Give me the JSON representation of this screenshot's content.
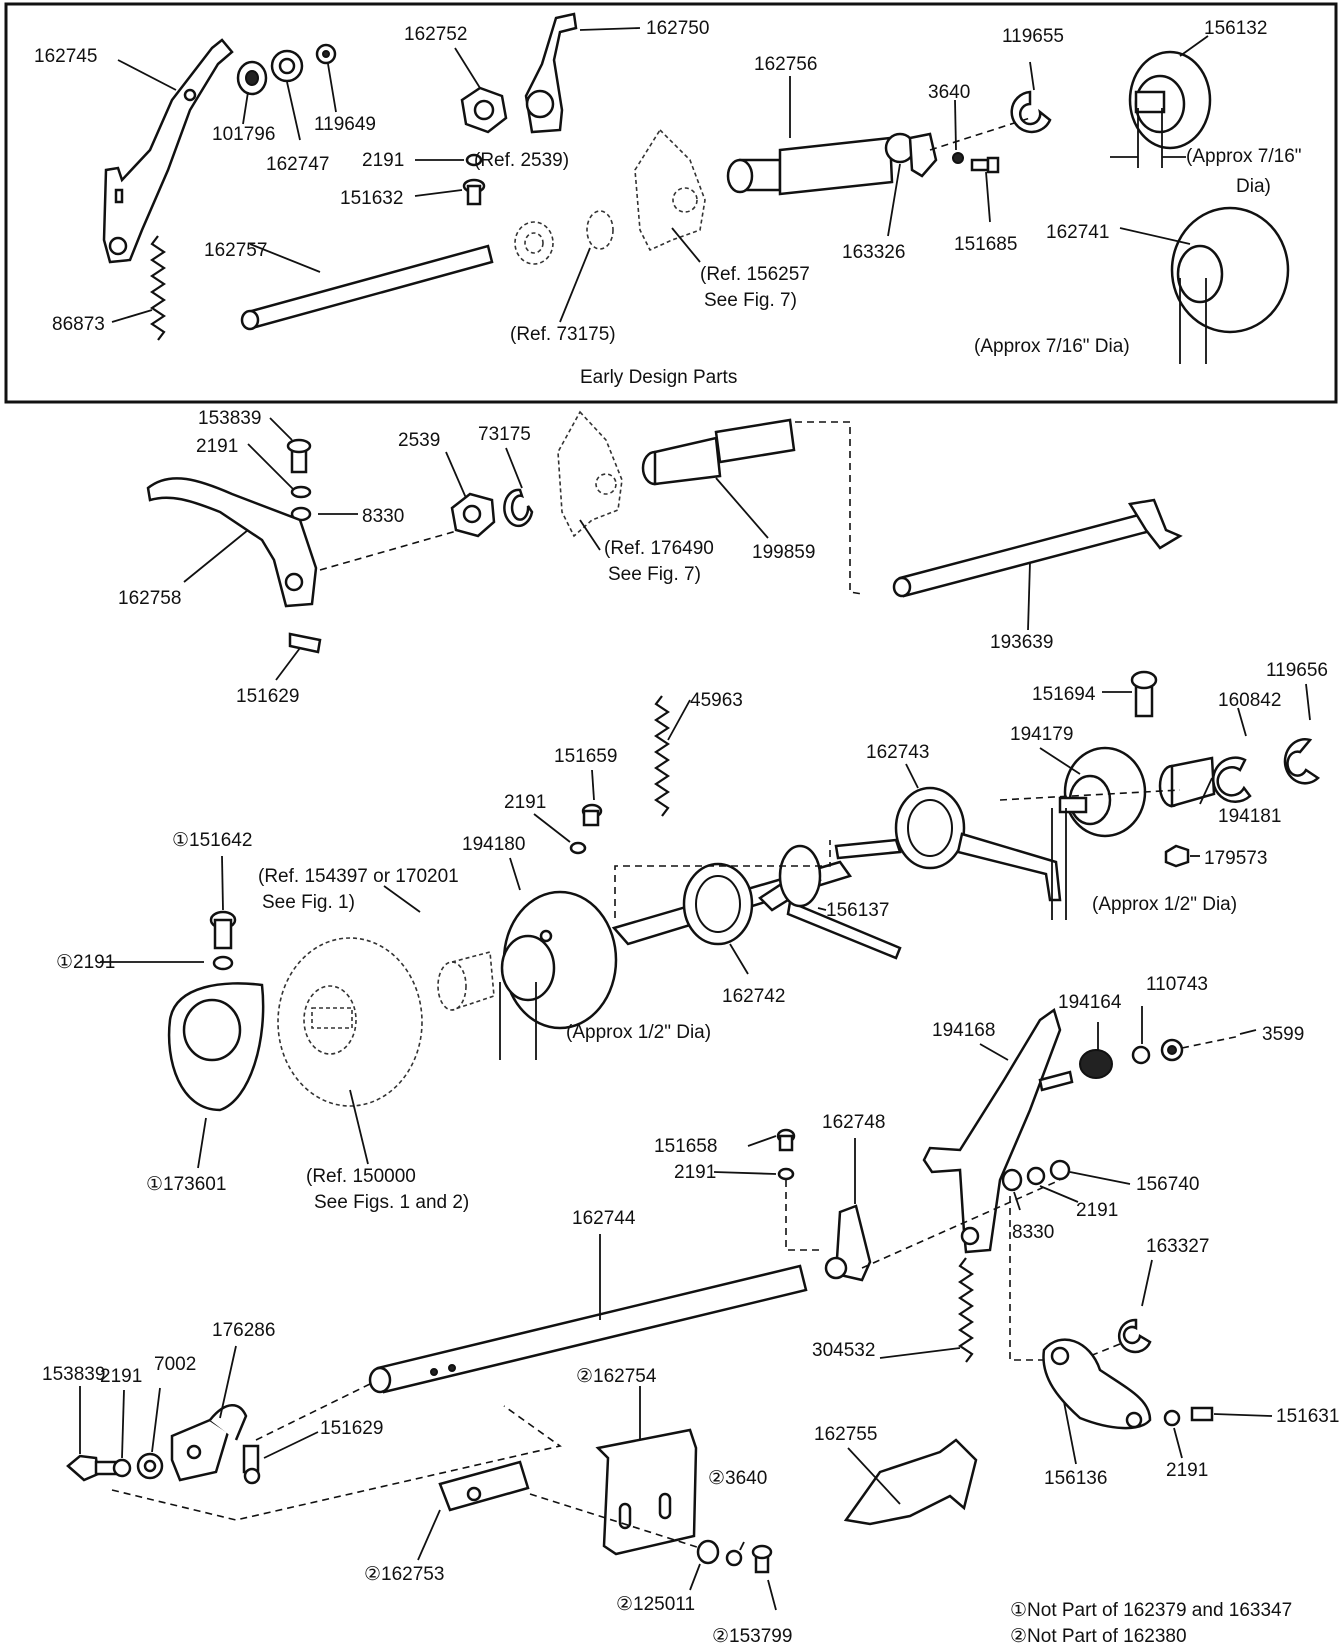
{
  "early_design": {
    "caption": "Early Design Parts",
    "labels": {
      "p162745": "162745",
      "p101796": "101796",
      "p162747": "162747",
      "p119649": "119649",
      "p162752": "162752",
      "p162750": "162750",
      "p2191": "2191",
      "p151632": "151632",
      "ref2539": "(Ref. 2539)",
      "p162756": "162756",
      "p3640": "3640",
      "p119655": "119655",
      "p156132": "156132",
      "approx1_a": "(Approx 7/16\"",
      "approx1_b": "Dia)",
      "p163326": "163326",
      "p151685": "151685",
      "p162741": "162741",
      "p162757": "162757",
      "ref156257_a": "(Ref. 156257",
      "ref156257_b": "See Fig. 7)",
      "ref73175": "(Ref. 73175)",
      "p86873": "86873",
      "approx2": "(Approx 7/16\" Dia)"
    }
  },
  "middle": {
    "labels": {
      "p153839": "153839",
      "p2191": "2191",
      "p8330": "8330",
      "p2539": "2539",
      "p73175": "73175",
      "ref176490_a": "(Ref. 176490",
      "ref176490_b": "See Fig. 7)",
      "p199859": "199859",
      "p162758": "162758",
      "p151629": "151629",
      "p193639": "193639"
    }
  },
  "cam_section": {
    "labels": {
      "p151694": "151694",
      "p119656": "119656",
      "p160842": "160842",
      "p45963": "45963",
      "p194179": "194179",
      "p162743": "162743",
      "p151659": "151659",
      "p2191": "2191",
      "p194180": "194180",
      "p194181": "194181",
      "p179573": "179573",
      "p151642": "①151642",
      "ref154397_a": "(Ref. 154397 or 170201",
      "ref154397_b": "See Fig. 1)",
      "p156137": "156137",
      "approx_half_right": "(Approx 1/2\" Dia)",
      "p2191c": "①2191",
      "p162742": "162742",
      "approx_half_mid": "(Approx 1/2\" Dia)",
      "p173601": "①173601",
      "ref150000_a": "(Ref. 150000",
      "ref150000_b": "See Figs. 1 and 2)"
    }
  },
  "lower": {
    "labels": {
      "p194164": "194164",
      "p110743": "110743",
      "p194168": "194168",
      "p3599": "3599",
      "p162748": "162748",
      "p151658": "151658",
      "p2191a": "2191",
      "p156740": "156740",
      "p8330": "8330",
      "p2191b": "2191",
      "p162744": "162744",
      "p163327": "163327",
      "p176286": "176286",
      "p153839": "153839",
      "p2191c": "2191",
      "p7002": "7002",
      "p162754": "②162754",
      "p304532": "304532",
      "p151631": "151631",
      "p151629": "151629",
      "p162755": "162755",
      "p3640": "②3640",
      "p2191d": "2191",
      "p156136": "156136",
      "p162753": "②162753",
      "p125011": "②125011",
      "p153799": "②153799"
    }
  },
  "footnotes": {
    "note1": "①Not Part of 162379 and 163347",
    "note2": "②Not Part of 162380"
  }
}
